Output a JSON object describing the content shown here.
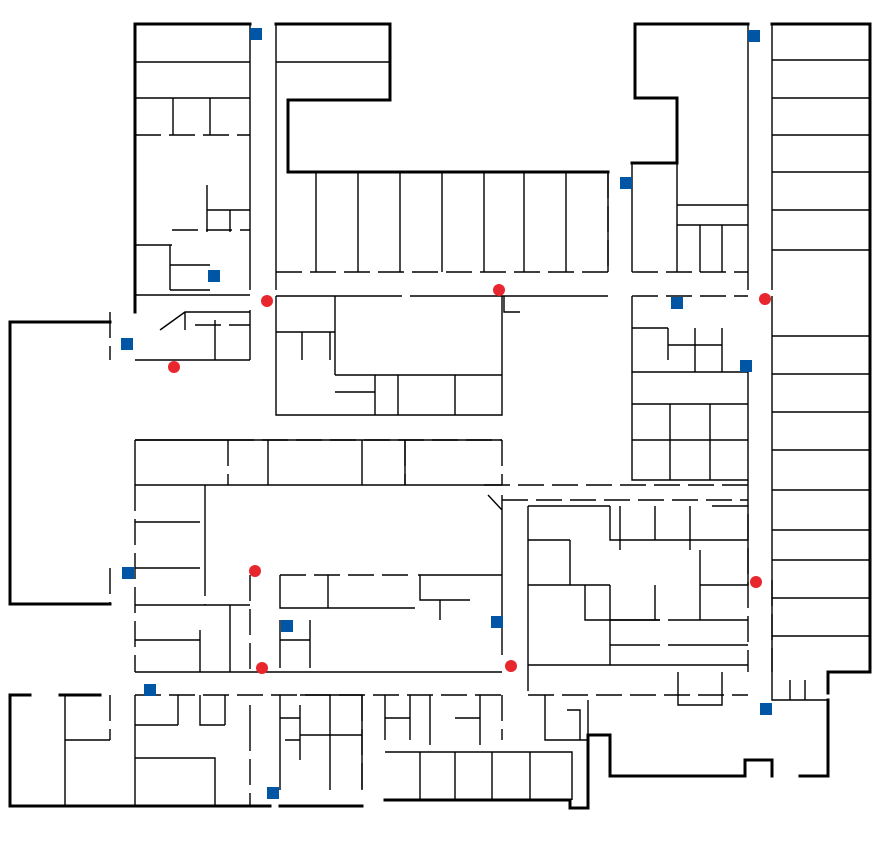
{
  "map": {
    "type": "floor-plan",
    "background_color": "#ffffff",
    "wall_color": "#000000",
    "legend": [
      {
        "symbol": "red-circle",
        "color": "#e8262d"
      },
      {
        "symbol": "blue-square",
        "color": "#0055a5"
      }
    ]
  }
}
